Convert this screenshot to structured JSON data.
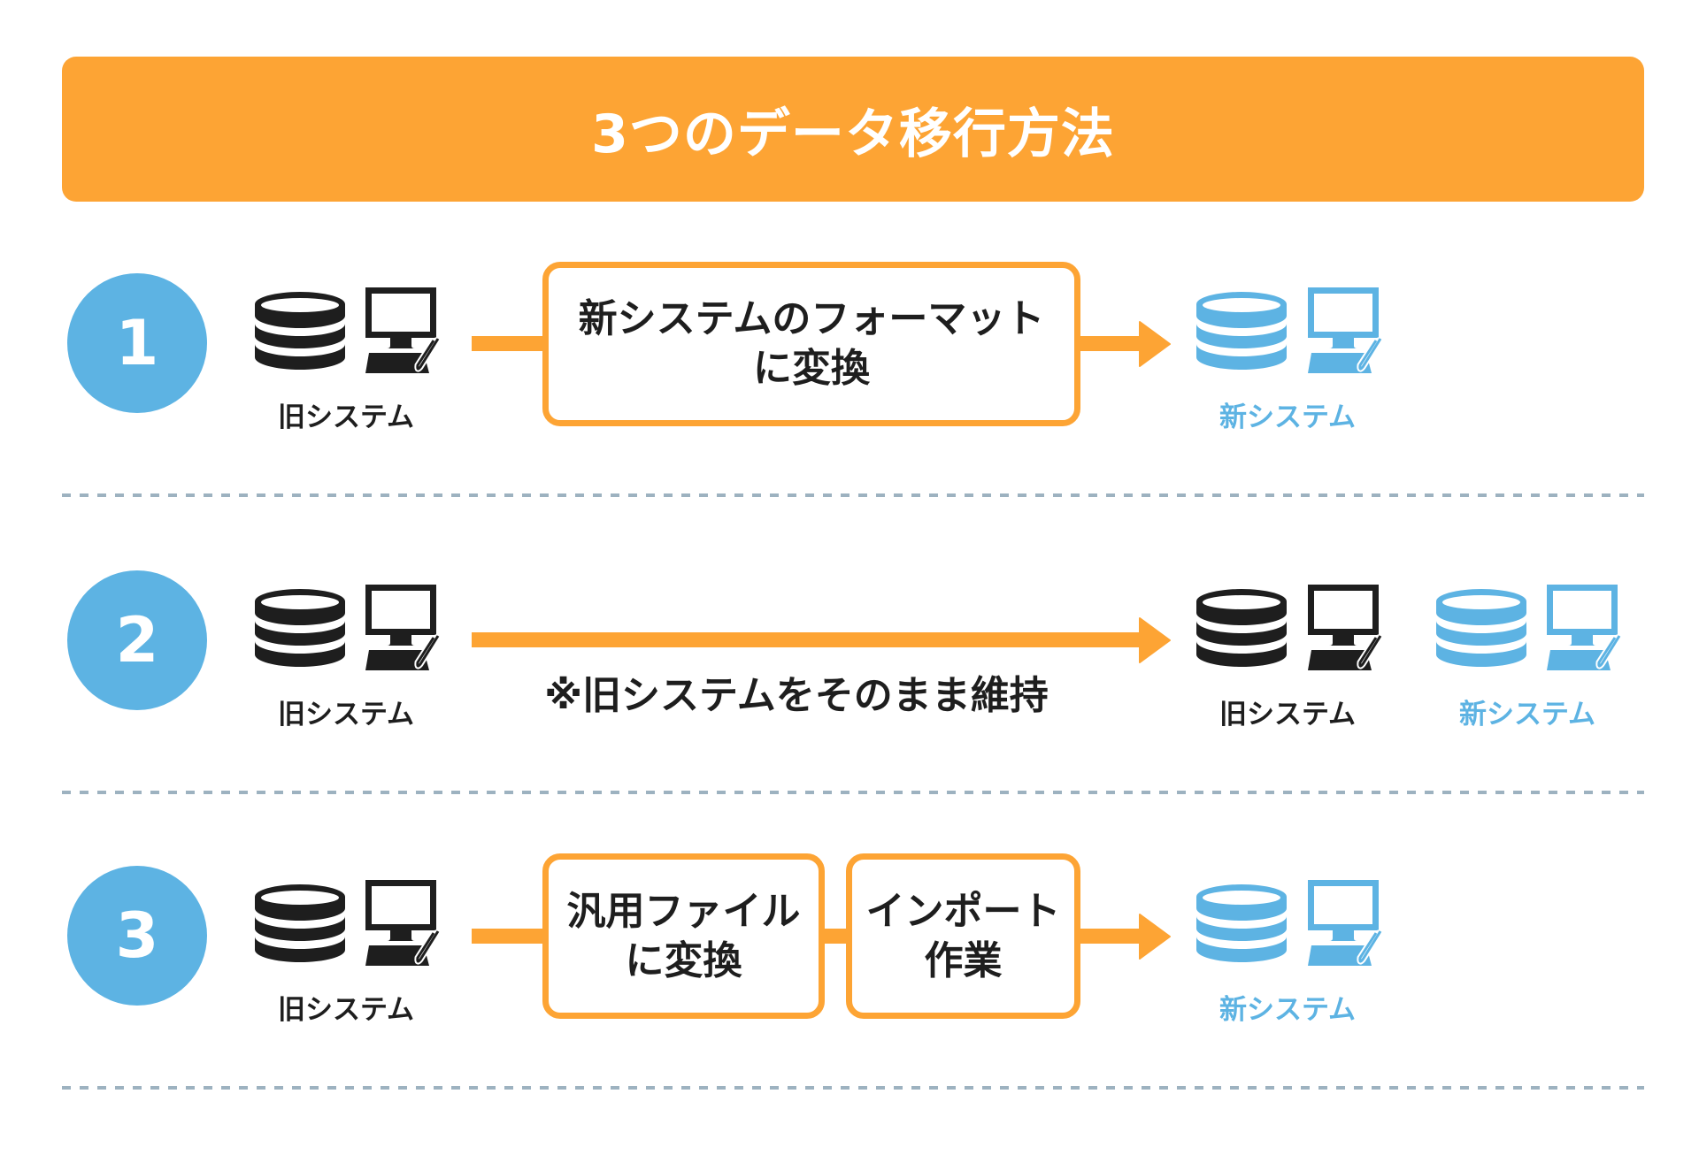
{
  "header": {
    "title": "3つのデータ移行方法"
  },
  "colors": {
    "accent_orange": "#fda434",
    "accent_blue": "#5db3e3",
    "text_dark": "#1e1e1e",
    "separator": "#9db2c0"
  },
  "methods": [
    {
      "number": "1",
      "source": {
        "label": "旧システム",
        "icons": [
          "database-icon",
          "computer-icon"
        ]
      },
      "steps": [
        "新システムのフォーマット\nに変換"
      ],
      "targets": [
        {
          "label": "新システム",
          "icons": [
            "database-icon",
            "computer-icon"
          ]
        }
      ]
    },
    {
      "number": "2",
      "source": {
        "label": "旧システム",
        "icons": [
          "database-icon",
          "computer-icon"
        ]
      },
      "note": "※旧システムをそのまま維持",
      "targets": [
        {
          "label": "旧システム",
          "icons": [
            "database-icon",
            "computer-icon"
          ]
        },
        {
          "label": "新システム",
          "icons": [
            "database-icon",
            "computer-icon"
          ]
        }
      ]
    },
    {
      "number": "3",
      "source": {
        "label": "旧システム",
        "icons": [
          "database-icon",
          "computer-icon"
        ]
      },
      "steps": [
        "汎用ファイル\nに変換",
        "インポート\n作業"
      ],
      "targets": [
        {
          "label": "新システム",
          "icons": [
            "database-icon",
            "computer-icon"
          ]
        }
      ]
    }
  ]
}
